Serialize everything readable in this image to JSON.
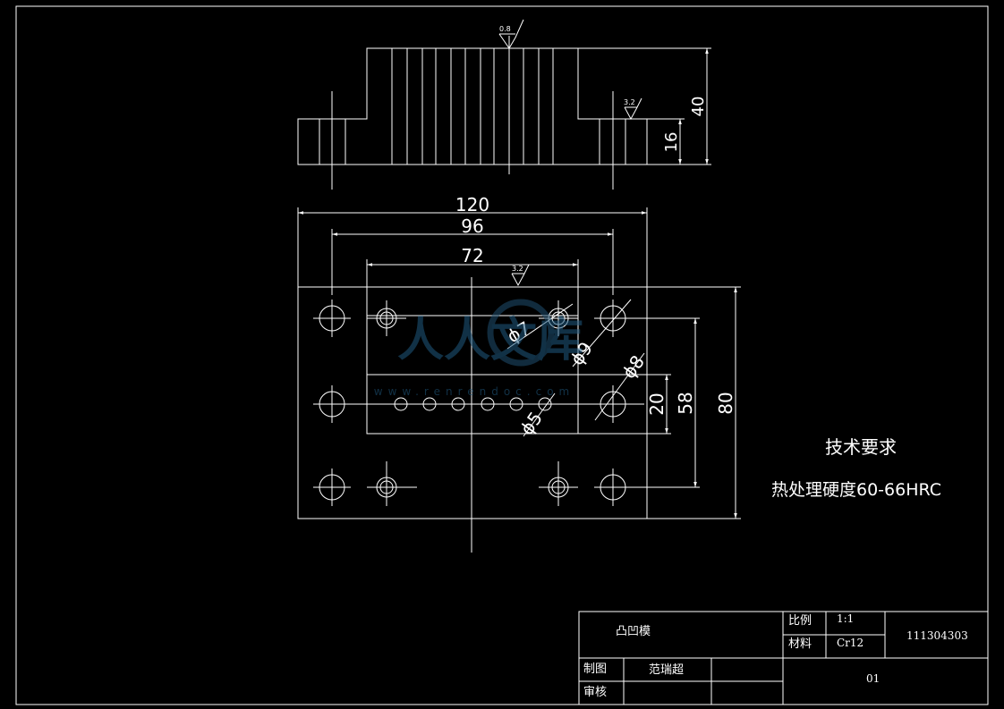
{
  "drawing": {
    "section_view": {
      "roughness_top": "0.8",
      "roughness_right": "3.2",
      "dim_height_total": "40",
      "dim_height_flange": "16"
    },
    "plan_view": {
      "roughness": "3.2",
      "dim_width_outer": "120",
      "dim_width_holes": "96",
      "dim_width_inner": "72",
      "dim_height_outer": "80",
      "dim_height_holes": "58",
      "dim_height_inner": "20",
      "dia_small_hole": "ϕ7",
      "dia_counterbore": "ϕ9",
      "dia_large_hole": "ϕ8",
      "dia_pierce_hole": "ϕ5"
    },
    "watermark": {
      "text": "人人文库",
      "url": "www.renrendoc.com"
    },
    "tech_requirements": {
      "title": "技术要求",
      "line1": "热处理硬度60-66HRC"
    },
    "title_block": {
      "part_name": "凸凹模",
      "scale_label": "比例",
      "scale_value": "1:1",
      "material_label": "材料",
      "material_value": "Cr12",
      "drawing_number": "111304303",
      "drawn_label": "制图",
      "drawn_by": "范瑞超",
      "checked_label": "审核",
      "sheet_number": "01"
    }
  }
}
